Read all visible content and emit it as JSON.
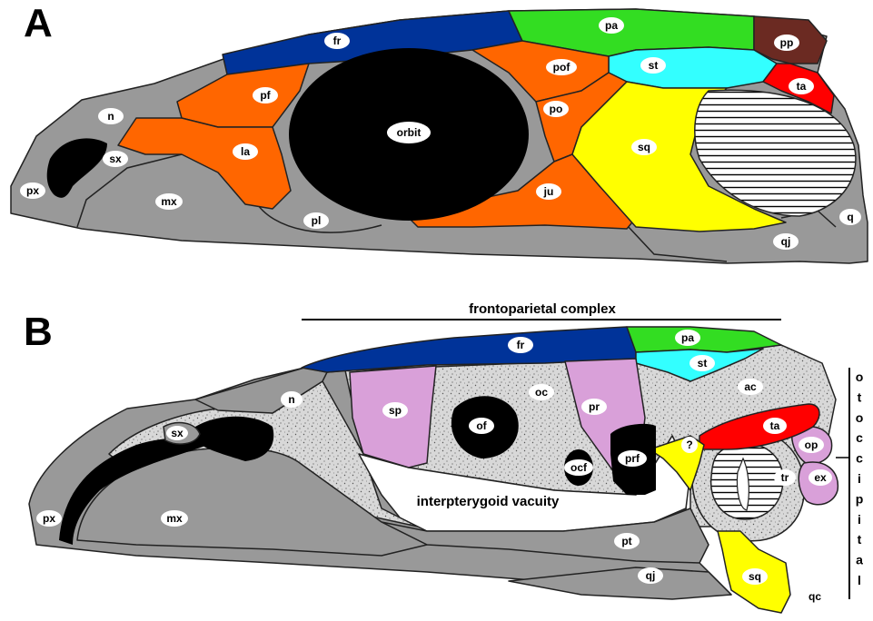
{
  "panels": {
    "a": {
      "letter": "A"
    },
    "b": {
      "letter": "B"
    }
  },
  "labels_a": {
    "fr": "fr",
    "pa": "pa",
    "pp": "pp",
    "st": "st",
    "pof": "pof",
    "ta": "ta",
    "pf": "pf",
    "n": "n",
    "orbit": "orbit",
    "po": "po",
    "la": "la",
    "sq": "sq",
    "sx": "sx",
    "px": "px",
    "mx": "mx",
    "ju": "ju",
    "pl": "pl",
    "q": "q",
    "qj": "qj"
  },
  "labels_b": {
    "fr": "fr",
    "pa": "pa",
    "st": "st",
    "n": "n",
    "sp": "sp",
    "oc": "oc",
    "pr": "pr",
    "ac": "ac",
    "of": "of",
    "ta": "ta",
    "sx": "sx",
    "question": "?",
    "op": "op",
    "ocf": "ocf",
    "prf": "prf",
    "tr": "tr",
    "ex": "ex",
    "px": "px",
    "mx": "mx",
    "vacuity": "interpterygoid vacuity",
    "pt": "pt",
    "qj": "qj",
    "sq": "sq",
    "qc": "qc"
  },
  "brackets": {
    "frontoparietal": "frontoparietal complex",
    "otoccipital": [
      "o",
      "t",
      "o",
      "c",
      "c",
      "i",
      "p",
      "i",
      "t",
      "a",
      "l"
    ]
  },
  "colors": {
    "bone_gray": "#999999",
    "orange": "#ff6600",
    "blue": "#003399",
    "green": "#33dd22",
    "cyan": "#33ffff",
    "brown": "#6b2a22",
    "red": "#ff0000",
    "yellow": "#ffff00",
    "lilac": "#d9a0d9",
    "black": "#000000"
  }
}
